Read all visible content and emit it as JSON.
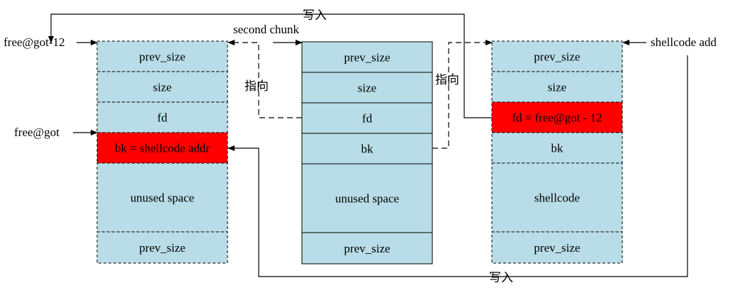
{
  "colors": {
    "cell": "#b8dde8",
    "highlight": "#ff0000",
    "line": "#000000"
  },
  "chunks": {
    "left": {
      "cells": [
        "prev_size",
        "size",
        "fd",
        "bk = shellcode addr",
        "unused space",
        "prev_size"
      ],
      "highlight_index": 3
    },
    "middle": {
      "cells": [
        "prev_size",
        "size",
        "fd",
        "bk",
        "unused space",
        "prev_size"
      ],
      "highlight_index": -1
    },
    "right": {
      "cells": [
        "prev_size",
        "size",
        "fd = free@got - 12",
        "bk",
        "shellcode",
        "prev_size"
      ],
      "highlight_index": 2
    }
  },
  "labels": {
    "free_got_minus_12": "free@got-12",
    "free_got": "free@got",
    "second_chunk": "second chunk",
    "shellcode_addr": "shellcode add",
    "points_to_1": "指向",
    "points_to_2": "指向",
    "write_top": "写入",
    "write_bottom": "写入"
  }
}
